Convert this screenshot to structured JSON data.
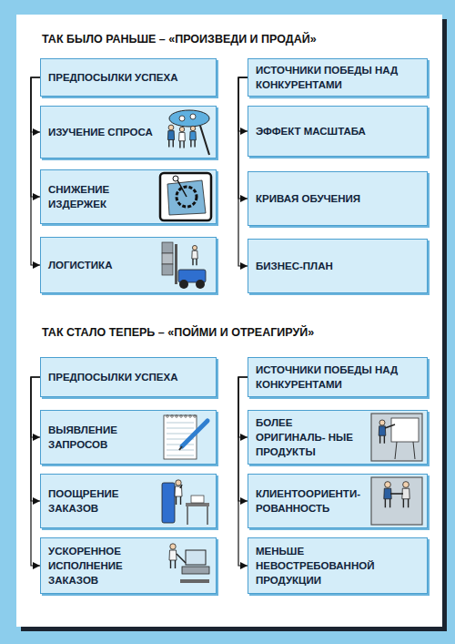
{
  "diagram": {
    "title": "ТАК БЫЛО РАНЬШЕ – «ПРОИЗВЕДИ И ПРОДАЙ»",
    "nodes": [
      {
        "text": [
          "ПРЕДПОСЫЛКИ УСПЕХА"
        ]
      },
      {
        "text": [
          "ИЗУЧЕНИЕ СПРОСА"
        ]
      },
      {
        "text": [
          "СНИЖЕНИЕ ИЗДЕРЖЕК"
        ]
      },
      {
        "text": [
          "ЛОГИСТИКА"
        ]
      },
      {
        "text": [
          "ИСТОЧНИКИ ПОБЕДЫ НАД КОНКУРЕНТАМИ"
        ]
      },
      {
        "text": [
          "ЭФФЕКТ МАСШТАБА"
        ]
      },
      {
        "text": [
          "КРИВАЯ ОБУЧЕНИЯ"
        ]
      },
      {
        "text": [
          "БИЗНЕС-ПЛАН"
        ]
      },
      {
        "text": [
          "ПРЕДПОСЫЛКИ УСПЕХА"
        ]
      },
      {
        "text": [
          "ВЫЯВЛЕНИЕ ЗАПРОСОВ"
        ]
      },
      {
        "text": [
          "ПООЩРЕНИЕ ЗАКАЗОВ"
        ]
      },
      {
        "text": [
          "УСКОРЕННОЕ ИСПОЛНЕНИЕ ЗАКАЗОВ"
        ]
      },
      {
        "text": [
          "ИСТОЧНИКИ ПОБЕДЫ НАД КОНКУРЕНТАМИ"
        ]
      },
      {
        "text": [
          "БОЛЕЕ ОРИГИНАЛЬ- НЫЕ ПРОДУКТЫ"
        ]
      },
      {
        "text": [
          "КЛИЕНТООРИЕНТИ- РОВАННОСТЬ"
        ]
      },
      {
        "text": [
          "МЕНЬШЕ НЕВОСТРЕБОВАННОЙ ПРОДУКЦИИ"
        ]
      }
    ],
    "edges": [
      {
        "from": 0,
        "to": 1,
        "arrow": "to"
      },
      {
        "from": 0,
        "to": 2,
        "arrow": "to"
      },
      {
        "from": 0,
        "to": 3,
        "arrow": "to"
      },
      {
        "from": 4,
        "to": 5,
        "arrow": "to"
      },
      {
        "from": 4,
        "to": 6,
        "arrow": "to"
      },
      {
        "from": 4,
        "to": 7,
        "arrow": "to"
      },
      {
        "from": 8,
        "to": 9,
        "arrow": "to"
      },
      {
        "from": 8,
        "to": 10,
        "arrow": "to"
      },
      {
        "from": 8,
        "to": 11,
        "arrow": "to"
      },
      {
        "from": 12,
        "to": 13,
        "arrow": "to"
      },
      {
        "from": 12,
        "to": 14,
        "arrow": "to"
      },
      {
        "from": 12,
        "to": 15,
        "arrow": "to"
      }
    ],
    "labels": [
      "ТАК СТАЛО ТЕПЕРЬ – «ПОЙМИ И ОТРЕАГИРУЙ»"
    ]
  }
}
